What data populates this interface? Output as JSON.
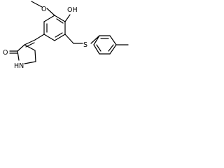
{
  "molecule": {
    "atoms": {
      "methoxy_o": "O",
      "hydroxyl": "OH",
      "thioether_s": "S",
      "carbonyl_o": "O",
      "amine": "HN"
    }
  },
  "colors": {
    "ink": "#000000",
    "background": "#ffffff"
  }
}
